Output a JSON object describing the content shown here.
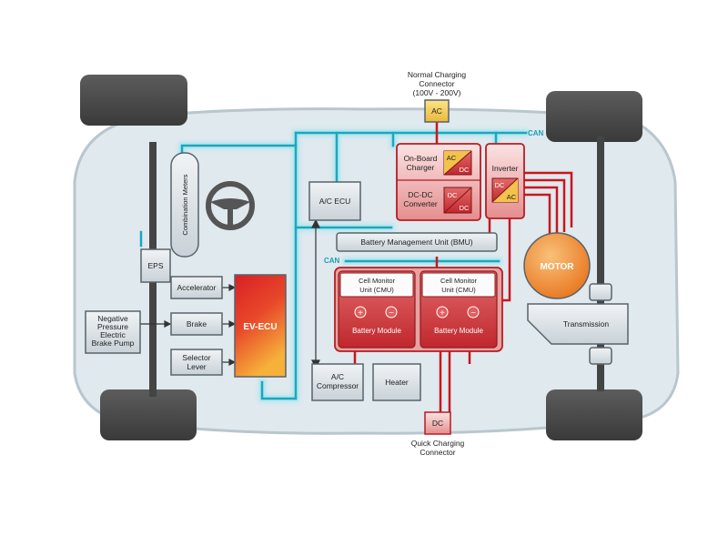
{
  "connectors": {
    "normal_title_1": "Normal Charging",
    "normal_title_2": "Connector",
    "normal_voltage": "(100V - 200V)",
    "normal_symbol": "AC",
    "quick_symbol": "DC",
    "quick_title_1": "Quick Charging",
    "quick_title_2": "Connector"
  },
  "bus": {
    "can_top": "CAN",
    "can_mid": "CAN"
  },
  "blocks": {
    "combination_meters": "Combination Meters",
    "eps": "EPS",
    "accelerator": "Accelerator",
    "brake": "Brake",
    "selector_1": "Selector",
    "selector_2": "Lever",
    "brake_pump_1": "Negative",
    "brake_pump_2": "Pressure",
    "brake_pump_3": "Electric",
    "brake_pump_4": "Brake Pump",
    "ev_ecu": "EV-ECU",
    "ac_ecu": "A/C ECU",
    "ac_compressor_1": "A/C",
    "ac_compressor_2": "Compressor",
    "heater": "Heater",
    "onboard_charger_1": "On-Board",
    "onboard_charger_2": "Charger",
    "onboard_charger_symbol_1": "AC",
    "onboard_charger_symbol_2": "DC",
    "dcdc_1": "DC-DC",
    "dcdc_2": "Converter",
    "dcdc_symbol_1": "DC",
    "dcdc_symbol_2": "DC",
    "inverter": "Inverter",
    "inverter_symbol_1": "DC",
    "inverter_symbol_2": "AC",
    "bmu": "Battery Management Unit (BMU)",
    "cmu_1": "Cell Monitor",
    "cmu_2": "Unit (CMU)",
    "battery_module": "Battery Module",
    "plus": "+",
    "minus": "−",
    "motor": "MOTOR",
    "transmission": "Transmission"
  },
  "colors": {
    "can_line": "#1aa8be",
    "power_line": "#c8161d",
    "body": "#dfe9ee",
    "tire": "#4a4a4a",
    "ecu_gradient_top": "#d81f26",
    "ecu_gradient_bottom": "#f6a623",
    "motor": "#f08a2a"
  }
}
